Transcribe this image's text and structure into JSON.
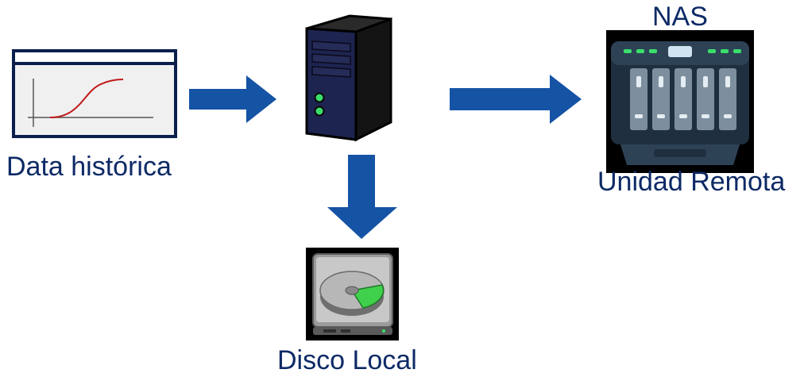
{
  "nodes": {
    "historical": {
      "label": "Data histórica",
      "icon": "chart-window-icon"
    },
    "server": {
      "icon": "server-tower-icon"
    },
    "nas": {
      "top_label": "NAS",
      "bottom_label": "Unidad Remota",
      "icon": "nas-device-icon"
    },
    "local_disk": {
      "label": "Disco Local",
      "icon": "hard-disk-icon"
    }
  },
  "edges": [
    {
      "from": "historical",
      "to": "server",
      "icon": "arrow-right-icon"
    },
    {
      "from": "server",
      "to": "nas",
      "icon": "arrow-right-icon"
    },
    {
      "from": "server",
      "to": "local_disk",
      "icon": "arrow-down-icon"
    }
  ],
  "colors": {
    "arrow": "#1553a5",
    "label_text": "#0d2a66",
    "curve": "#c01818",
    "led_green": "#3adf6a",
    "nas_body": "#1f2f40"
  }
}
